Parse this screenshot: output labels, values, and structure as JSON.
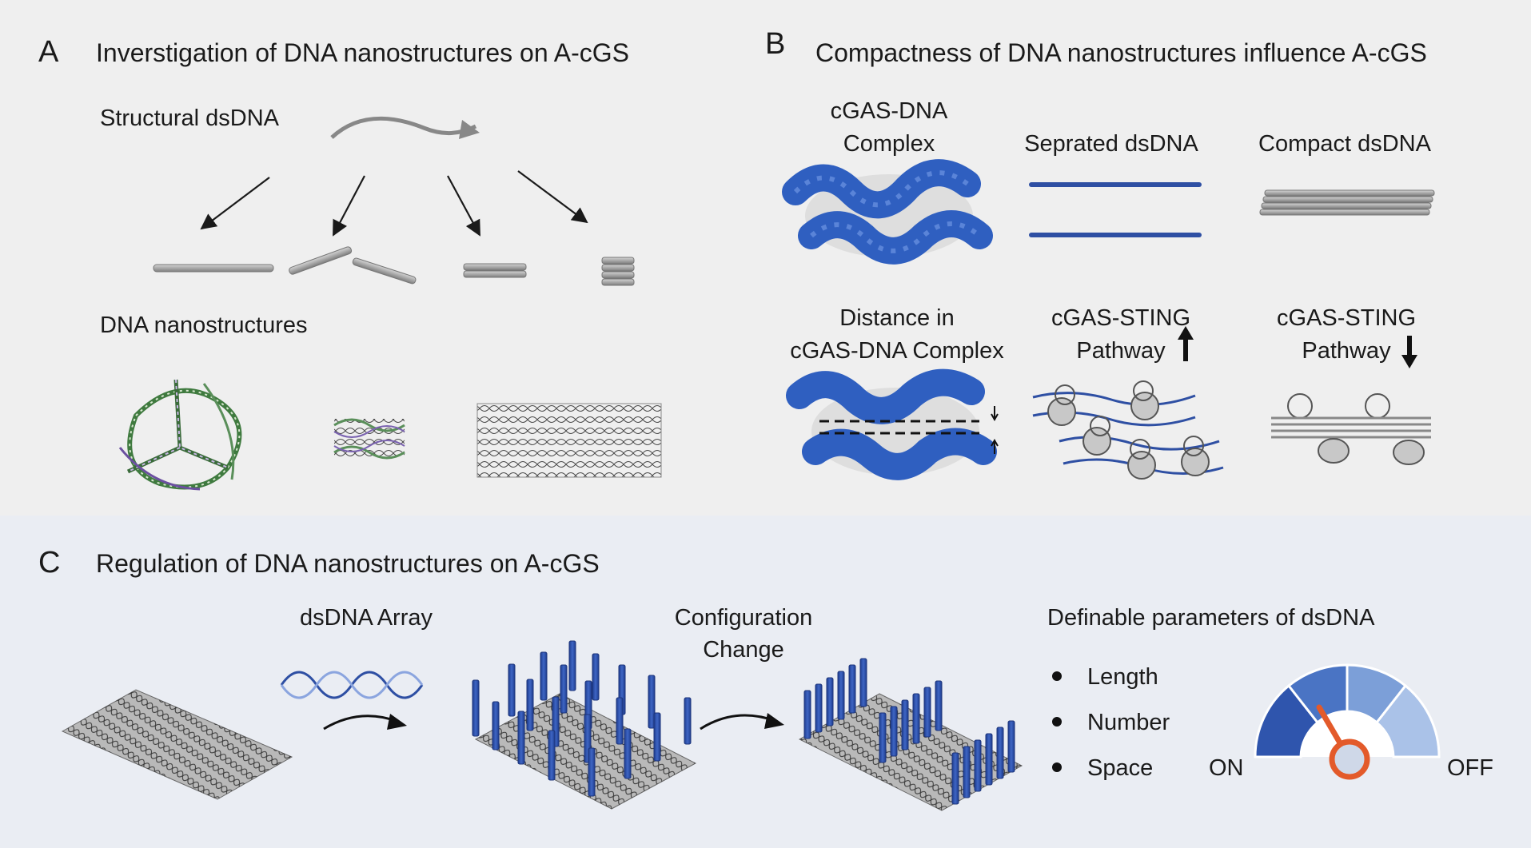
{
  "panel_a": {
    "letter": "A",
    "title": "Inverstigation of DNA nanostructures on A-cGS",
    "structural_label": "Structural dsDNA",
    "nano_label": "DNA nanostructures"
  },
  "panel_b": {
    "letter": "B",
    "title": "Compactness of DNA nanostructures influence A-cGS",
    "complex_label_1": "cGAS-DNA",
    "complex_label_2": "Complex",
    "separated_label": "Seprated dsDNA",
    "compact_label": "Compact dsDNA",
    "distance_label_1": "Distance in",
    "distance_label_2": "cGAS-DNA Complex",
    "pathway_up_label_1": "cGAS-STING",
    "pathway_up_label_2": "Pathway",
    "pathway_down_label_1": "cGAS-STING",
    "pathway_down_label_2": "Pathway"
  },
  "panel_c": {
    "letter": "C",
    "title": "Regulation of DNA nanostructures on A-cGS",
    "array_label": "dsDNA Array",
    "config_label_1": "Configuration",
    "config_label_2": "Change",
    "params_title": "Definable  parameters of dsDNA",
    "params": [
      "Length",
      "Number",
      "Space"
    ],
    "gauge_on": "ON",
    "gauge_off": "OFF"
  },
  "colors": {
    "panel_ab_bg": "#efefef",
    "panel_c_bg": "#eaedf3",
    "dna_blue": "#2e4fa3",
    "protein_blue": "#2f5fc0",
    "rod_gray": "#a8a8a8",
    "gauge_dark": "#2f55ad",
    "gauge_mid": "#4a74c4",
    "gauge_light": "#7c9fd8",
    "gauge_pale": "#aac2e8",
    "needle_orange": "#e35a2a"
  }
}
